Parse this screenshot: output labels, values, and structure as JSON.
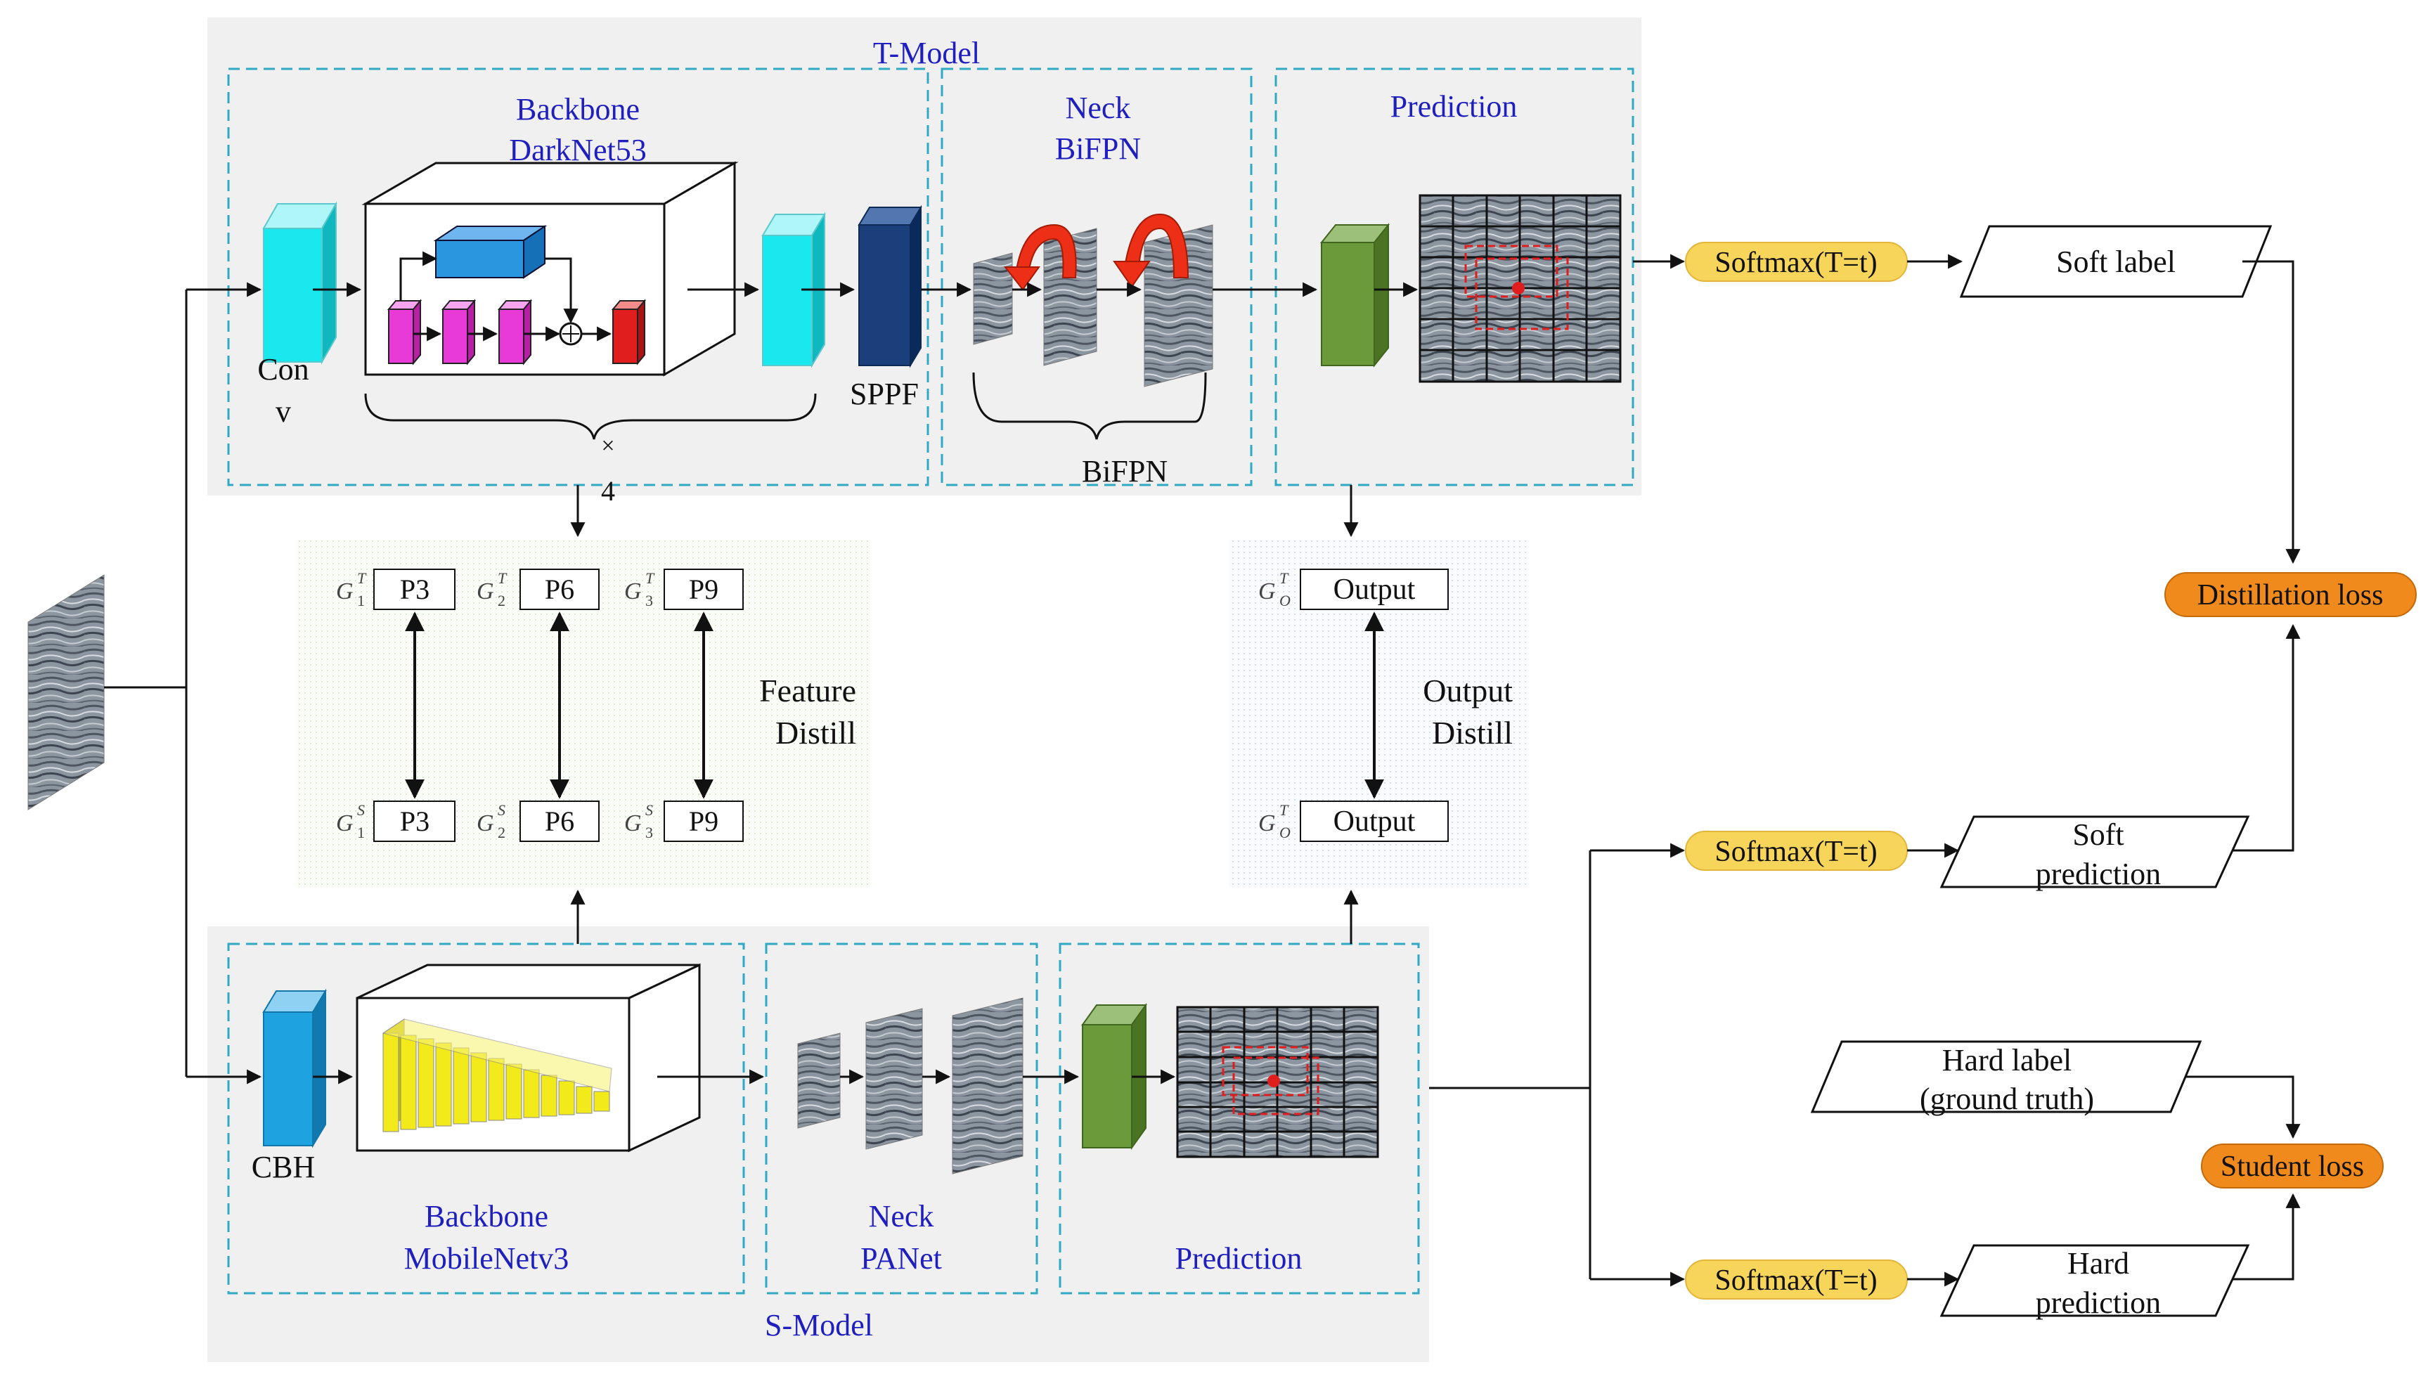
{
  "colors": {
    "panel_bg": "#f0f0f0",
    "dashed_box": "#2fa9c4",
    "blue_text": "#1f1fbf",
    "softmax_fill": "#f7d55b",
    "loss_fill": "#f08a1c",
    "cyan_block": "#19e8ee",
    "dark_blue_block": "#1a3f7a",
    "green_block": "#6a9a3a",
    "magenta_block": "#e83ad6",
    "red_block": "#e11e1e",
    "yellow_block": "#f2ea1a",
    "blue_block": "#1ea3e0"
  },
  "teacher": {
    "title": "T-Model",
    "backbone": {
      "title": "Backbone",
      "subtitle": "DarkNet53",
      "conv_label_1": "Con",
      "conv_label_2": "v",
      "repeat_1": "×",
      "repeat_2": "4",
      "sppf": "SPPF"
    },
    "neck": {
      "title": "Neck",
      "subtitle": "BiFPN",
      "brace_label": "BiFPN"
    },
    "prediction": {
      "title": "Prediction"
    }
  },
  "student": {
    "title": "S-Model",
    "backbone": {
      "title": "Backbone",
      "subtitle": "MobileNetv3",
      "cbh": "CBH"
    },
    "neck": {
      "title": "Neck",
      "subtitle": "PANet"
    },
    "prediction": {
      "title": "Prediction"
    }
  },
  "feature_distill": {
    "label_1": "Feature",
    "label_2": "Distill",
    "teacher_boxes": [
      {
        "sym": "G",
        "sup": "T",
        "sub": "1",
        "label": "P3"
      },
      {
        "sym": "G",
        "sup": "T",
        "sub": "2",
        "label": "P6"
      },
      {
        "sym": "G",
        "sup": "T",
        "sub": "3",
        "label": "P9"
      }
    ],
    "student_boxes": [
      {
        "sym": "G",
        "sup": "S",
        "sub": "1",
        "label": "P3"
      },
      {
        "sym": "G",
        "sup": "S",
        "sub": "2",
        "label": "P6"
      },
      {
        "sym": "G",
        "sup": "S",
        "sub": "3",
        "label": "P9"
      }
    ]
  },
  "output_distill": {
    "label_1": "Output",
    "label_2": "Distill",
    "teacher": {
      "sym": "G",
      "sup": "T",
      "sub": "O",
      "label": "Output"
    },
    "student": {
      "sym": "G",
      "sup": "T",
      "sub": "O",
      "label": "Output"
    }
  },
  "right": {
    "softmax_1": "Softmax(T=t)",
    "softmax_2": "Softmax(T=t)",
    "softmax_3": "Softmax(T=t)",
    "soft_label": "Soft label",
    "soft_prediction_1": "Soft",
    "soft_prediction_2": "prediction",
    "hard_label_1": "Hard label",
    "hard_label_2": "(ground truth)",
    "hard_prediction_1": "Hard",
    "hard_prediction_2": "prediction",
    "distillation_loss": "Distillation loss",
    "student_loss": "Student loss"
  }
}
